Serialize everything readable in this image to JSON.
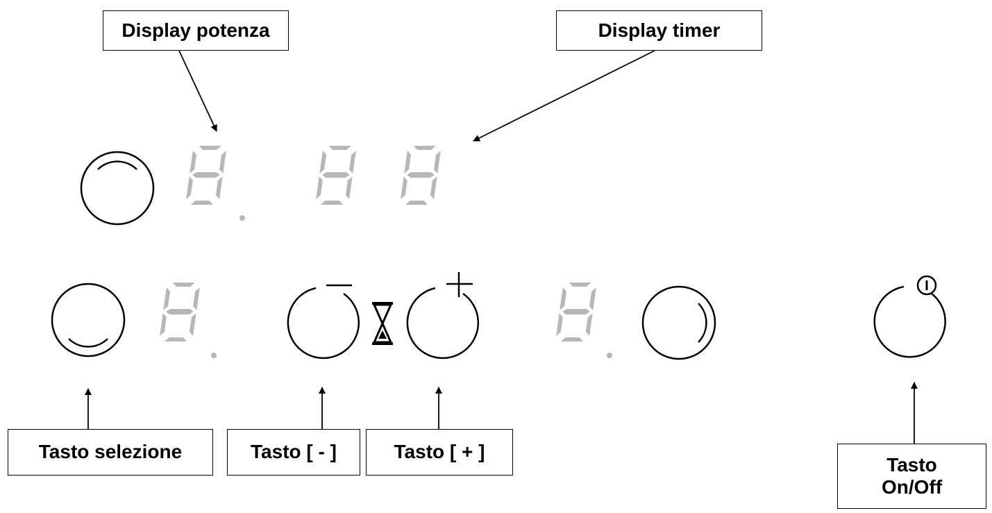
{
  "callouts": {
    "display_potenza": "Display potenza",
    "display_timer": "Display timer",
    "tasto_selezione": "Tasto selezione",
    "tasto_meno": "Tasto [ - ]",
    "tasto_piu": "Tasto [ + ]",
    "tasto_onoff_line1": "Tasto",
    "tasto_onoff_line2": "On/Off"
  },
  "colors": {
    "segment": "#b7b7b7",
    "stroke": "#000000",
    "background": "#ffffff"
  },
  "icons": {
    "zone_top_left": "cooking-zone-icon",
    "zone_bottom_left": "cooking-zone-icon",
    "zone_right": "cooking-zone-icon",
    "minus": "minus-button-icon",
    "plus": "plus-button-icon",
    "timer": "hourglass-icon",
    "power": "power-icon"
  }
}
